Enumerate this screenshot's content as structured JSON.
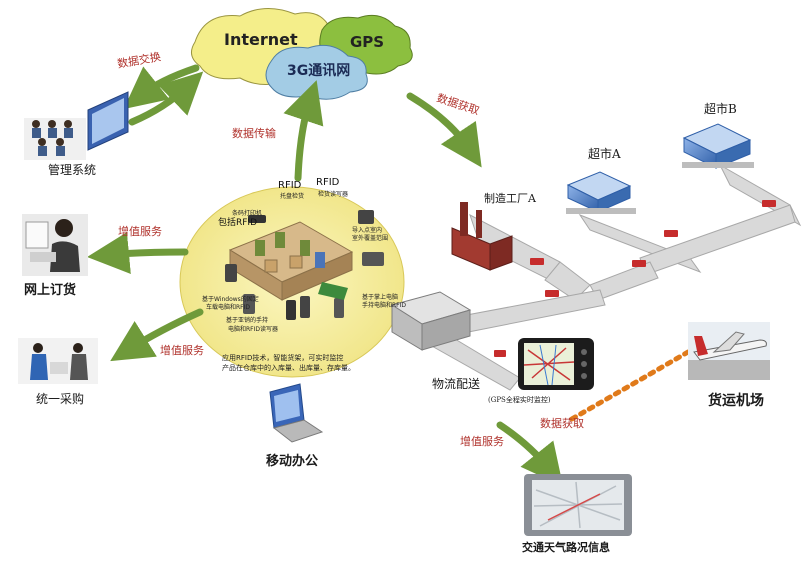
{
  "cloud": {
    "internet": "Internet",
    "gps": "GPS",
    "network": "3G通讯网"
  },
  "arrows": {
    "data_exchange": "数据交换",
    "data_transfer": "数据传输",
    "data_fetch_top": "数据获取",
    "value_added_1": "增值服务",
    "value_added_2": "增值服务",
    "value_added_3": "增值服务",
    "data_fetch_airport": "数据获取"
  },
  "nodes": {
    "management": "管理系统",
    "online_order": "网上订货",
    "unified_purchase": "统一采购",
    "mobile_office": "移动办公",
    "factory_a": "制造工厂A",
    "supermarket_a": "超市A",
    "supermarket_b": "超市B",
    "logistics": "物流配送",
    "logistics_note": "(GPS全程实时监控)",
    "airport": "货运机场",
    "traffic": "交通天气路况信息"
  },
  "warehouse": {
    "rfid_a": "RFID",
    "rfid_a_sub": "托盘检货",
    "rfid_b": "RFID",
    "rfid_b_sub": "检货读写器",
    "label_printer_1": "条码打印机",
    "label_printer_2": "包括RFID",
    "in_store_1": "导入点室内",
    "in_store_2": "室外覆盖范围",
    "win_1": "基于Windows的固定",
    "win_2": "车载电脑和RFID",
    "pocket_1": "基于掌上电脑",
    "pocket_2": "手持电脑和RFID",
    "handheld_1": "基于亚销的手持",
    "handheld_2": "电脑和RFID读写器",
    "desc_1": "应用RFID技术，智能货架，可实时监控",
    "desc_2": "产品在仓库中的入库量、出库量、存库量。"
  },
  "colors": {
    "arrow": "#6f9a3a",
    "label_red": "#b0322c",
    "ellipse": "#f3ea8c",
    "cloud": "#f4ee8a",
    "network_cloud": "#a3cce5",
    "road": "#d9d9d9",
    "truck": "#c62c2c"
  }
}
